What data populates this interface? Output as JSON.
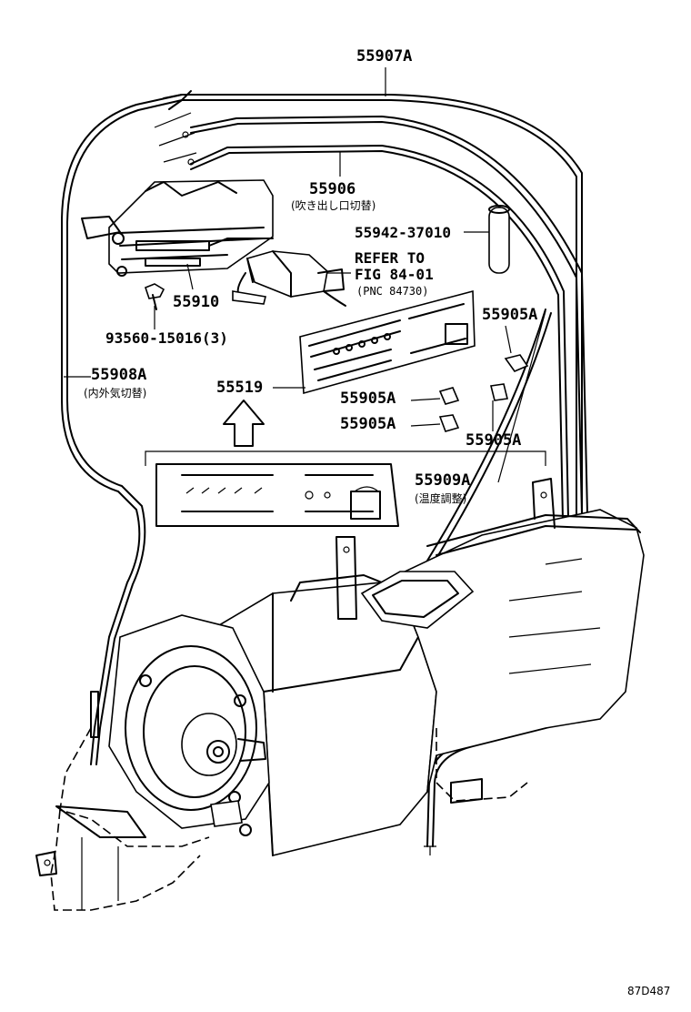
{
  "labels": {
    "p55907A": "55907A",
    "p55906": "55906",
    "p55906_note": "(吹き出し口切替)",
    "p55942": "55942-37010",
    "refer1": "REFER TO",
    "refer2": "FIG 84-01",
    "refer3": "(PNC 84730)",
    "p55910": "55910",
    "p93560": "93560-15016(3)",
    "p55905A_1": "55905A",
    "p55908A": "55908A",
    "p55908A_note": "(内外気切替)",
    "p55519": "55519",
    "p55905A_2": "55905A",
    "p55905A_3": "55905A",
    "p55905A_4": "55905A",
    "p55909A": "55909A",
    "p55909A_note": "(温度調整)",
    "diagram_code": "87D487"
  }
}
